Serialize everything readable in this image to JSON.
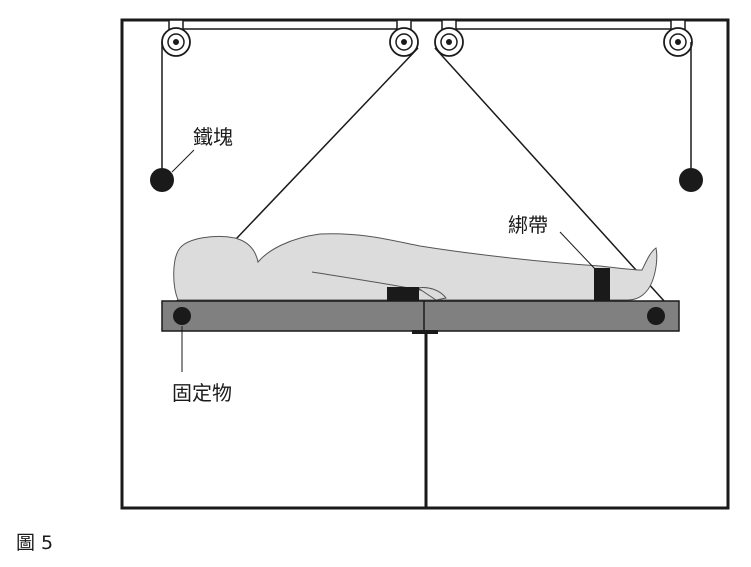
{
  "labels": {
    "iron_block": "鐵塊",
    "strap": "綁帶",
    "fixture": "固定物"
  },
  "caption": "圖 5",
  "colors": {
    "line": "#1a1a1a",
    "board": "#808080",
    "body_fill": "#dcdcdc",
    "body_stroke": "#555555",
    "strap": "#1a1a1a"
  }
}
